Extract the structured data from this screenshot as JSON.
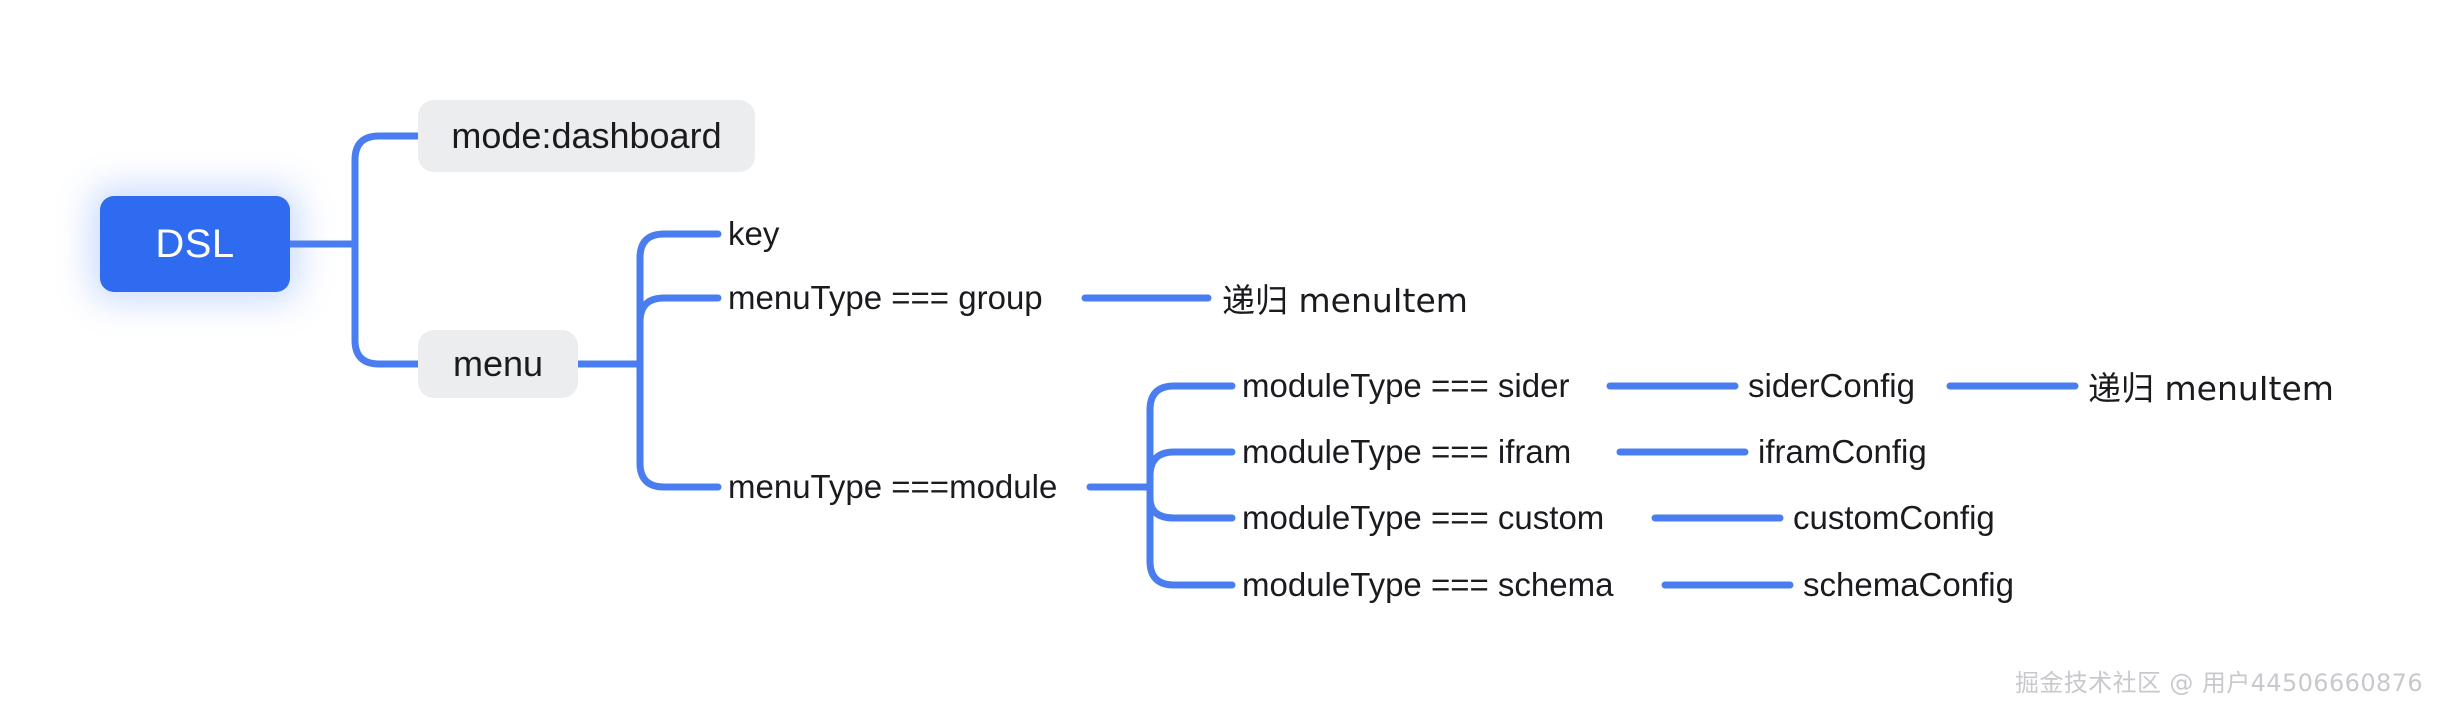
{
  "diagram": {
    "type": "mindmap",
    "title": "DSL",
    "link_color": "#4a7ef0",
    "root_color": "#2f6bf0",
    "box_color": "#ecedef",
    "text_color": "#1b1b1f"
  },
  "nodes": {
    "root": {
      "label": "DSL"
    },
    "mode": {
      "label": "mode:dashboard"
    },
    "menu": {
      "label": "menu"
    },
    "key": {
      "label": "key"
    },
    "menu_type_group": {
      "label": "menuType === group"
    },
    "group_recursive": {
      "label": "递归 menuItem"
    },
    "menu_type_module": {
      "label": "menuType ===module"
    },
    "module_sider": {
      "label": "moduleType === sider"
    },
    "sider_config": {
      "label": "siderConfig"
    },
    "sider_recursive": {
      "label": "递归 menuItem"
    },
    "module_ifram": {
      "label": "moduleType === ifram"
    },
    "ifram_config": {
      "label": "iframConfig"
    },
    "module_custom": {
      "label": "moduleType === custom"
    },
    "custom_config": {
      "label": "customConfig"
    },
    "module_schema": {
      "label": "moduleType === schema"
    },
    "schema_config": {
      "label": "schemaConfig"
    }
  },
  "watermark": {
    "text": "掘金技术社区 @ 用户44506660876"
  }
}
